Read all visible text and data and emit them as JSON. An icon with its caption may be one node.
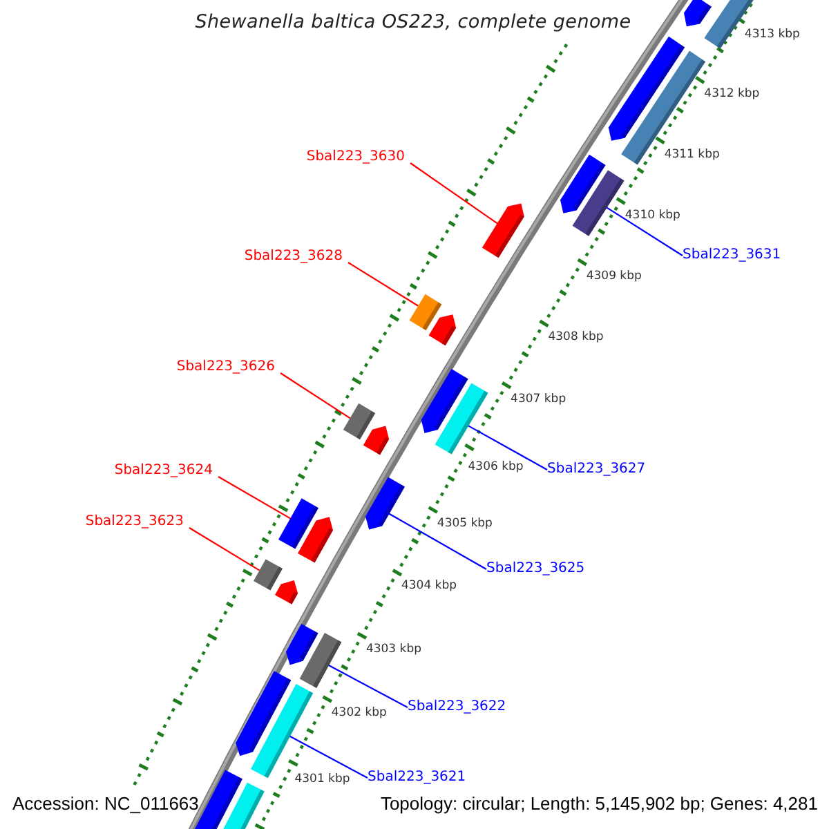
{
  "diagram": {
    "title": "Shewanella baltica OS223, complete genome",
    "nodes": [
      {
        "text": [
          "Sbal223_3630"
        ]
      },
      {
        "text": [
          "Sbal223_3631"
        ]
      },
      {
        "text": [
          "Sbal223_3628"
        ]
      },
      {
        "text": [
          "Sbal223_3627"
        ]
      },
      {
        "text": [
          "Sbal223_3626"
        ]
      },
      {
        "text": [
          "Sbal223_3624"
        ]
      },
      {
        "text": [
          "Sbal223_3625"
        ]
      },
      {
        "text": [
          "Sbal223_3623"
        ]
      },
      {
        "text": [
          "Sbal223_3622"
        ]
      },
      {
        "text": [
          "Sbal223_3621"
        ]
      },
      {
        "text": [],
        "shape": "arrow"
      },
      {
        "text": [],
        "shape": "bar"
      },
      {
        "text": [],
        "shape": "bar"
      },
      {
        "text": [],
        "shape": "bar"
      },
      {
        "text": [],
        "shape": "bar"
      },
      {
        "text": [],
        "shape": "bar"
      },
      {
        "text": [],
        "shape": "arrow"
      },
      {
        "text": [],
        "shape": "bar"
      },
      {
        "text": [],
        "shape": "bar"
      },
      {
        "text": [],
        "shape": "bar"
      },
      {
        "text": [],
        "shape": "arrow"
      },
      {
        "text": [],
        "shape": "bar"
      },
      {
        "text": [],
        "shape": "arrow"
      },
      {
        "text": [],
        "shape": "bar"
      },
      {
        "text": [],
        "shape": "arrow"
      },
      {
        "text": [],
        "shape": "arrow"
      },
      {
        "text": [],
        "shape": "arrow"
      },
      {
        "text": [],
        "shape": "arrow"
      },
      {
        "text": [],
        "shape": "arrow"
      },
      {
        "text": [],
        "shape": "arrow"
      },
      {
        "text": [],
        "shape": "arrow"
      },
      {
        "text": [],
        "shape": "arrow"
      },
      {
        "text": [],
        "shape": "bar"
      },
      {
        "text": [],
        "shape": "bar"
      }
    ],
    "edges": [
      {
        "from": 0,
        "to": 10,
        "arrow": "none",
        "color": "#ff0000"
      },
      {
        "from": 1,
        "to": 11,
        "arrow": "none",
        "color": "#0000ff"
      },
      {
        "from": 2,
        "to": 12,
        "arrow": "none",
        "color": "#ff0000"
      },
      {
        "from": 3,
        "to": 13,
        "arrow": "none",
        "color": "#0000ff"
      },
      {
        "from": 4,
        "to": 14,
        "arrow": "none",
        "color": "#ff0000"
      },
      {
        "from": 5,
        "to": 15,
        "arrow": "none",
        "color": "#ff0000"
      },
      {
        "from": 6,
        "to": 16,
        "arrow": "none",
        "color": "#0000ff"
      },
      {
        "from": 7,
        "to": 17,
        "arrow": "none",
        "color": "#ff0000"
      },
      {
        "from": 8,
        "to": 18,
        "arrow": "none",
        "color": "#0000ff"
      },
      {
        "from": 9,
        "to": 19,
        "arrow": "none",
        "color": "#0000ff"
      }
    ],
    "labels": [
      "4313 kbp",
      "4312 kbp",
      "4311 kbp",
      "4310 kbp",
      "4309 kbp",
      "4308 kbp",
      "4307 kbp",
      "4306 kbp",
      "4305 kbp",
      "4304 kbp",
      "4303 kbp",
      "4302 kbp",
      "4301 kbp",
      "Accession: NC_011663",
      "Topology: circular; Length: 5,145,902 bp; Genes: 4,281"
    ]
  }
}
